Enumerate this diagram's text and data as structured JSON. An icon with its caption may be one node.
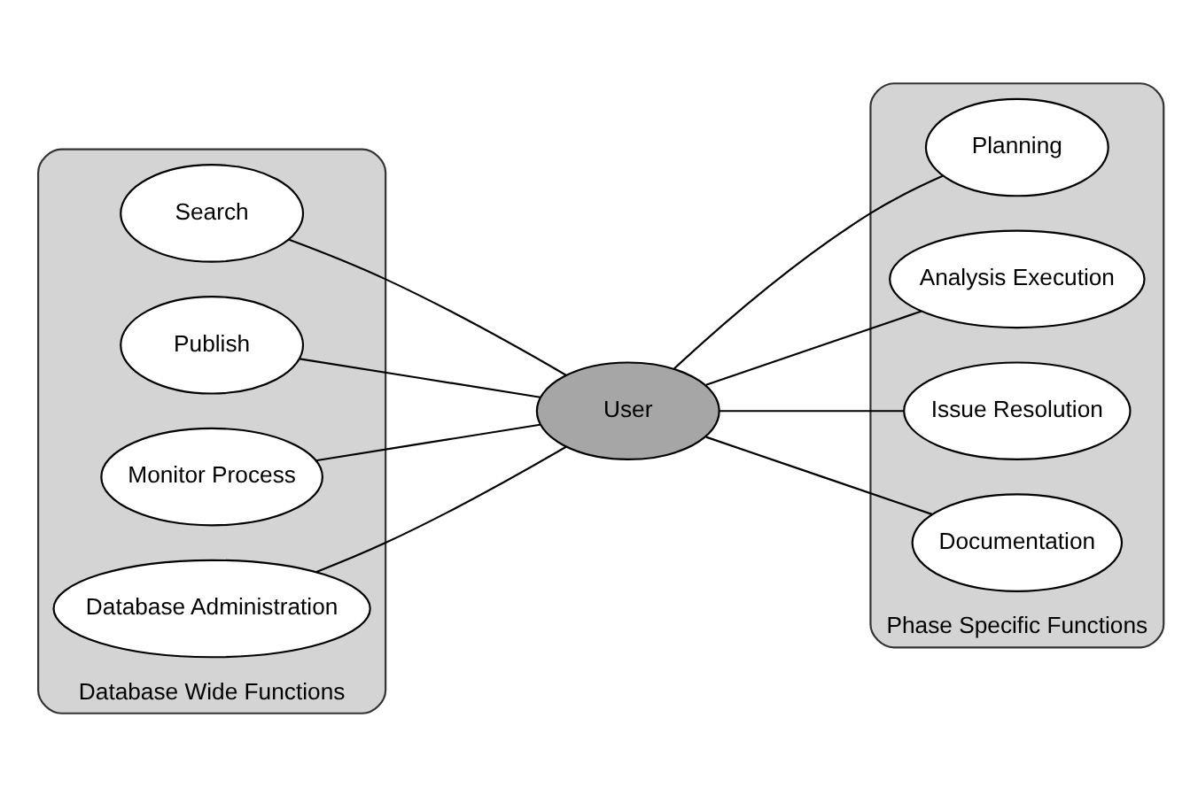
{
  "diagram": {
    "nodes": [
      {
        "text": [
          "Database Wide Functions"
        ]
      },
      {
        "text": [
          "Search"
        ],
        "in": 0
      },
      {
        "text": [
          "Publish"
        ],
        "in": 0
      },
      {
        "text": [
          "Monitor Process"
        ],
        "in": 0
      },
      {
        "text": [
          "Database Administration"
        ],
        "in": 0
      },
      {
        "text": [
          "User"
        ]
      },
      {
        "text": [
          "Phase Specific Functions"
        ]
      },
      {
        "text": [
          "Planning"
        ],
        "in": 6
      },
      {
        "text": [
          "Analysis Execution"
        ],
        "in": 6
      },
      {
        "text": [
          "Issue Resolution"
        ],
        "in": 6
      },
      {
        "text": [
          "Documentation"
        ],
        "in": 6
      }
    ],
    "edges": [
      {
        "from": 1,
        "to": 5,
        "arrow": "none"
      },
      {
        "from": 2,
        "to": 5,
        "arrow": "none"
      },
      {
        "from": 3,
        "to": 5,
        "arrow": "none"
      },
      {
        "from": 4,
        "to": 5,
        "arrow": "none"
      },
      {
        "from": 5,
        "to": 7,
        "arrow": "none"
      },
      {
        "from": 5,
        "to": 8,
        "arrow": "none"
      },
      {
        "from": 5,
        "to": 9,
        "arrow": "none"
      },
      {
        "from": 5,
        "to": 10,
        "arrow": "none"
      }
    ]
  }
}
